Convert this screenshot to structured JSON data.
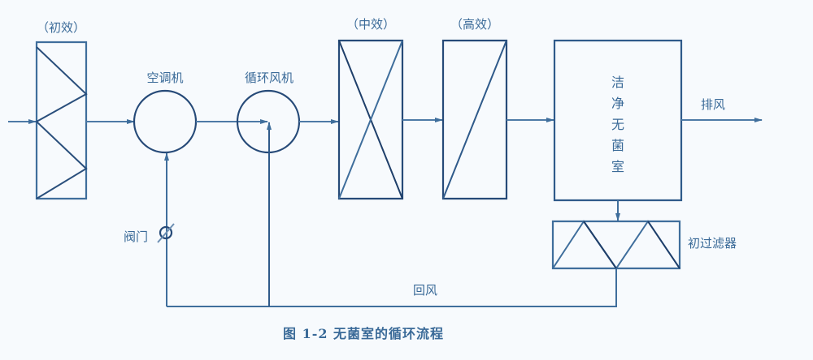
{
  "diagram": {
    "title": "图 1-2  无菌室的循环流程",
    "colors": {
      "line": "#3f6e9c",
      "line_dark": "#1f3f6a",
      "text": "#3a6a98",
      "background": "#f7fafd"
    },
    "nodes": {
      "primary_filter": {
        "label": "（初效）",
        "type": "filter"
      },
      "ac_unit": {
        "label": "空调机",
        "type": "circle"
      },
      "circulation_fan": {
        "label": "循环风机",
        "type": "circle"
      },
      "medium_filter": {
        "label": "（中效）",
        "type": "filter"
      },
      "high_filter": {
        "label": "（高效）",
        "type": "filter"
      },
      "clean_room": {
        "label": "洁净无菌室",
        "chars": [
          "洁",
          "净",
          "无",
          "菌",
          "室"
        ],
        "type": "box"
      },
      "return_filter": {
        "label": "初过滤器",
        "type": "filter"
      },
      "valve": {
        "label": "阀门",
        "type": "valve"
      }
    },
    "flows": {
      "exhaust": {
        "label": "排风"
      },
      "return_air": {
        "label": "回风"
      }
    },
    "edges": [
      {
        "from": "inlet",
        "to": "primary_filter"
      },
      {
        "from": "primary_filter",
        "to": "ac_unit"
      },
      {
        "from": "ac_unit",
        "to": "circulation_fan"
      },
      {
        "from": "circulation_fan",
        "to": "medium_filter"
      },
      {
        "from": "medium_filter",
        "to": "high_filter"
      },
      {
        "from": "high_filter",
        "to": "clean_room"
      },
      {
        "from": "clean_room",
        "to": "exhaust"
      },
      {
        "from": "clean_room",
        "to": "return_filter"
      },
      {
        "from": "return_filter",
        "to": "ac_unit",
        "via": "valve",
        "label": "回风"
      },
      {
        "from": "return_filter",
        "to": "circulation_fan",
        "label": "回风"
      }
    ]
  }
}
